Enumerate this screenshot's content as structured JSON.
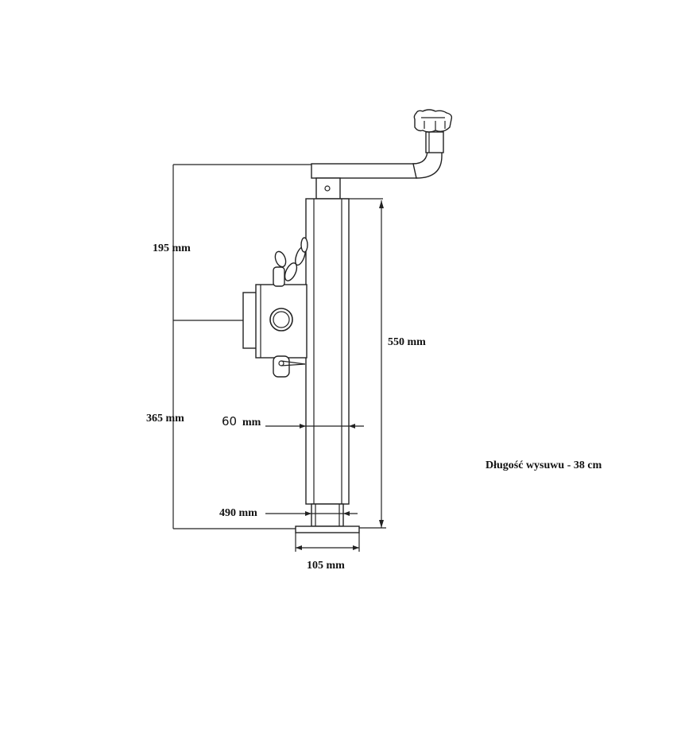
{
  "labels": {
    "dim_195": "195 mm",
    "dim_365": "365 mm",
    "dim_550": "550 mm",
    "dim_60_num": "60",
    "dim_60_unit": "mm",
    "dim_490": "490 mm",
    "dim_105": "105 mm",
    "extension_length": "Długość wysuwu - 38 cm"
  }
}
